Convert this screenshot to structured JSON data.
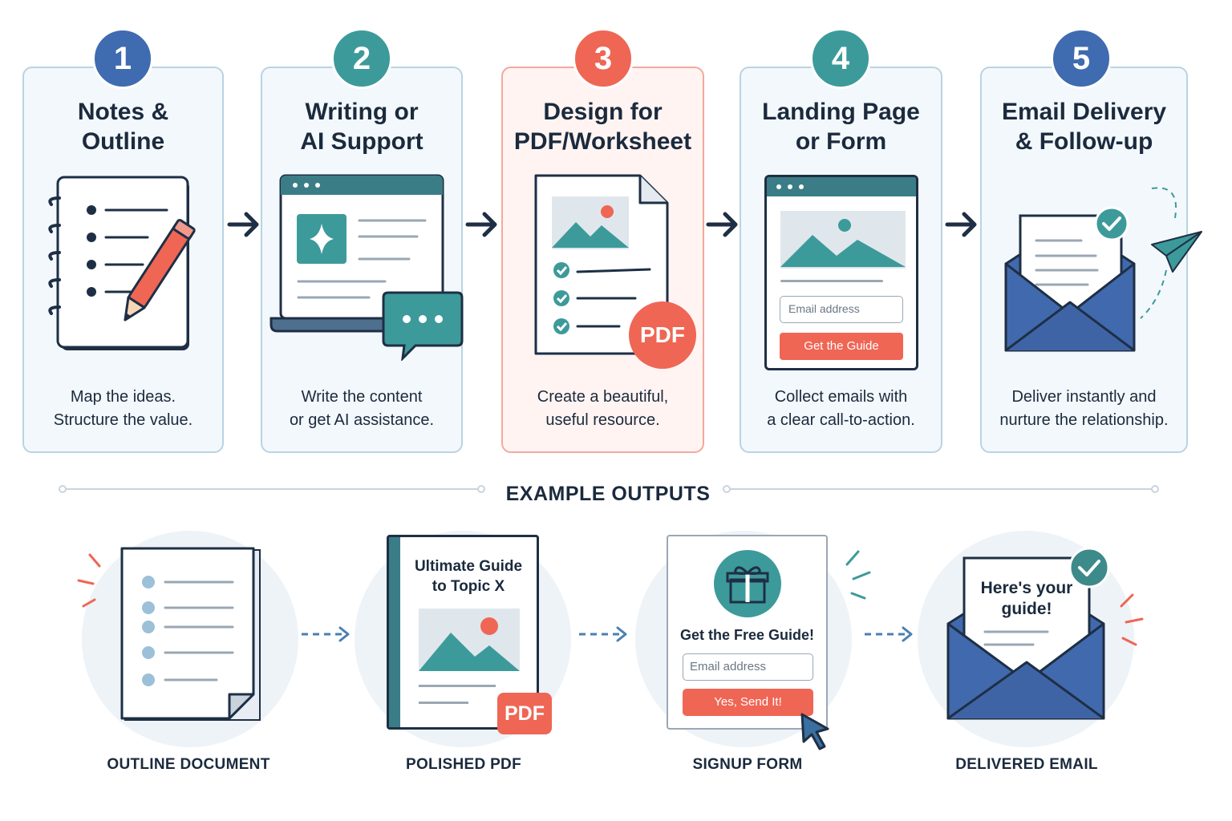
{
  "steps": [
    {
      "number": "1",
      "title": "Notes &\nOutline",
      "description": "Map the ideas.\nStructure the value."
    },
    {
      "number": "2",
      "title": "Writing or\nAI Support",
      "description": "Write the content\nor get AI assistance."
    },
    {
      "number": "3",
      "title": "Design for\nPDF/Worksheet",
      "description": "Create a beautiful,\nuseful resource.",
      "pdf_badge": "PDF"
    },
    {
      "number": "4",
      "title": "Landing Page\nor Form",
      "description": "Collect emails with\na clear call-to-action.",
      "email_placeholder": "Email address",
      "cta": "Get the Guide"
    },
    {
      "number": "5",
      "title": "Email Delivery\n& Follow-up",
      "description": "Deliver instantly and\nnurture the relationship."
    }
  ],
  "examples_heading": "EXAMPLE OUTPUTS",
  "examples": [
    {
      "label": "OUTLINE DOCUMENT"
    },
    {
      "label": "POLISHED PDF",
      "cover_line1": "Ultimate Guide",
      "cover_line2": "to Topic X",
      "pdf_badge": "PDF"
    },
    {
      "label": "SIGNUP FORM",
      "heading": "Get the Free Guide!",
      "email_placeholder": "Email address",
      "button": "Yes, Send It!"
    },
    {
      "label": "DELIVERED EMAIL",
      "line1": "Here's your",
      "line2": "guide!"
    }
  ],
  "colors": {
    "blue": "#3f6bb0",
    "teal": "#3d9a9a",
    "coral": "#ef6655",
    "navy": "#1e2f45"
  }
}
